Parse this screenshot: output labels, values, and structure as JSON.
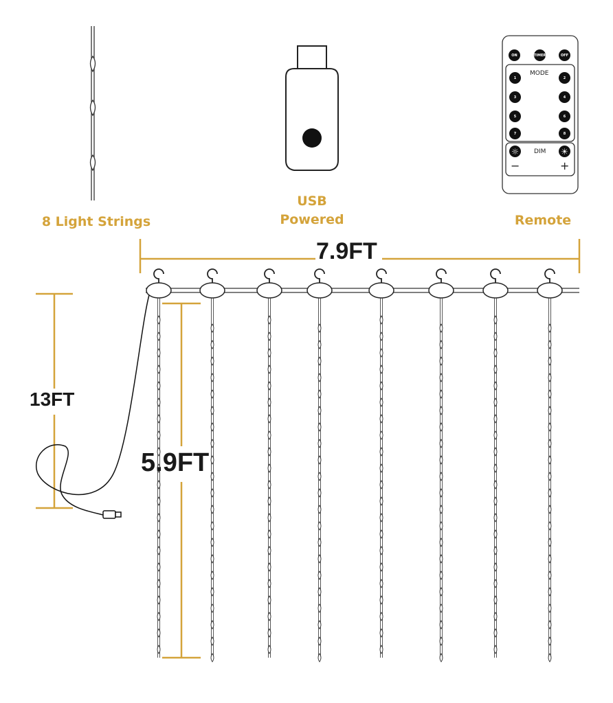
{
  "captions": {
    "strings": "8 Light Strings",
    "usb_line1": "USB",
    "usb_line2": "Powered",
    "remote": "Remote"
  },
  "dimensions": {
    "width": "7.9FT",
    "cable": "13FT",
    "height": "5.9FT"
  },
  "remote": {
    "top_buttons": [
      "ON",
      "TIMER",
      "OFF"
    ],
    "mode_label": "MODE",
    "mode_buttons": [
      "1",
      "2",
      "3",
      "4",
      "5",
      "6",
      "7",
      "8"
    ],
    "dim_label": "DIM",
    "minus": "−",
    "plus": "+"
  },
  "colors": {
    "accent": "#d4a33a",
    "ink": "#1a1a1a"
  }
}
